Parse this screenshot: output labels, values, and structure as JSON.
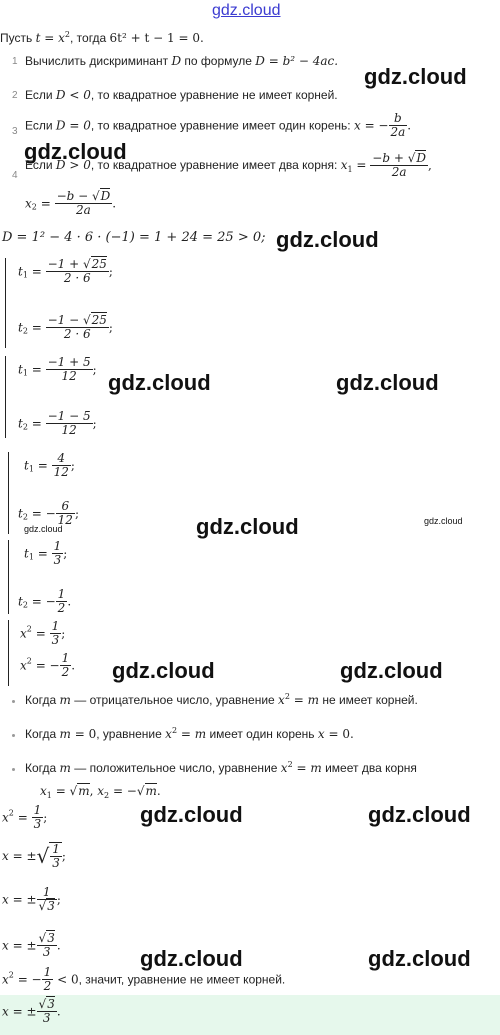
{
  "watermark": "gdz.cloud",
  "intro": {
    "pre": "Пусть",
    "mid": ", тогда",
    "eq": "6t² + t − 1 = 0."
  },
  "steps": [
    {
      "n": "1",
      "text": "Вычислить дискриминант",
      "mid": "по формуле",
      "formula": "D = b² − 4ac."
    },
    {
      "n": "2",
      "text": "Если",
      "cond": "D < 0",
      "rest": ", то квадратное уравнение не имеет корней."
    },
    {
      "n": "3",
      "text": "Если",
      "cond": "D = 0",
      "rest": ", то квадратное уравнение имеет один корень:"
    },
    {
      "n": "4",
      "text": "Если",
      "cond": "D > 0",
      "rest": ", то квадратное уравнение имеет два корня:"
    }
  ],
  "discriminant": "D = 1² − 4 · 6 · (−1) = 1 + 24 = 25 > 0;",
  "bullets": [
    {
      "a": "Когда",
      "b": "— отрицательное число, уравнение",
      "c": "не имеет корней."
    },
    {
      "a": "Когда",
      "b": ", уравнение",
      "c": "имеет один корень"
    },
    {
      "a": "Когда",
      "b": "— положительное число, уравнение",
      "c": "имеет два корня"
    }
  ],
  "conclusion": ", значит, уравнение не имеет корней."
}
